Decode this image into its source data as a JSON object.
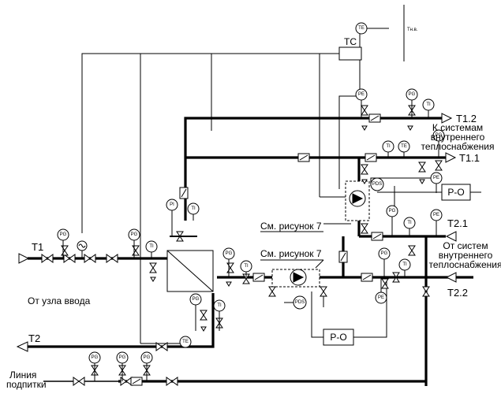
{
  "labels": {
    "t1": "T1",
    "t2": "T2",
    "t11": "T1.1",
    "t12": "T1.2",
    "t21": "T2.1",
    "t22": "T2.2",
    "from_input_node": "От узла ввода",
    "to_internal_line1": "К системам",
    "to_internal_line2": "внутреннего",
    "to_internal_line3": "теплоснабжения",
    "from_systems_line1": "От систем",
    "from_systems_line2": "внутреннего",
    "from_systems_line3": "теплоснабжения",
    "see_fig7_a": "См. рисунок 7",
    "see_fig7_b": "См. рисунок 7",
    "makeup_line1": "Линия",
    "makeup_line2": "подпитки",
    "tc": "TC",
    "te_outdoor": "TE",
    "outdoor_temp": "Тн.в."
  },
  "instruments": {
    "pg": "PG",
    "pe": "PE",
    "ti": "TI",
    "te": "TE",
    "pi": "PI",
    "pds": "PDS"
  },
  "controllers": {
    "po_top": "P-O",
    "po_bottom": "P-O"
  },
  "colors": {
    "line": "#000000",
    "background": "#ffffff"
  }
}
